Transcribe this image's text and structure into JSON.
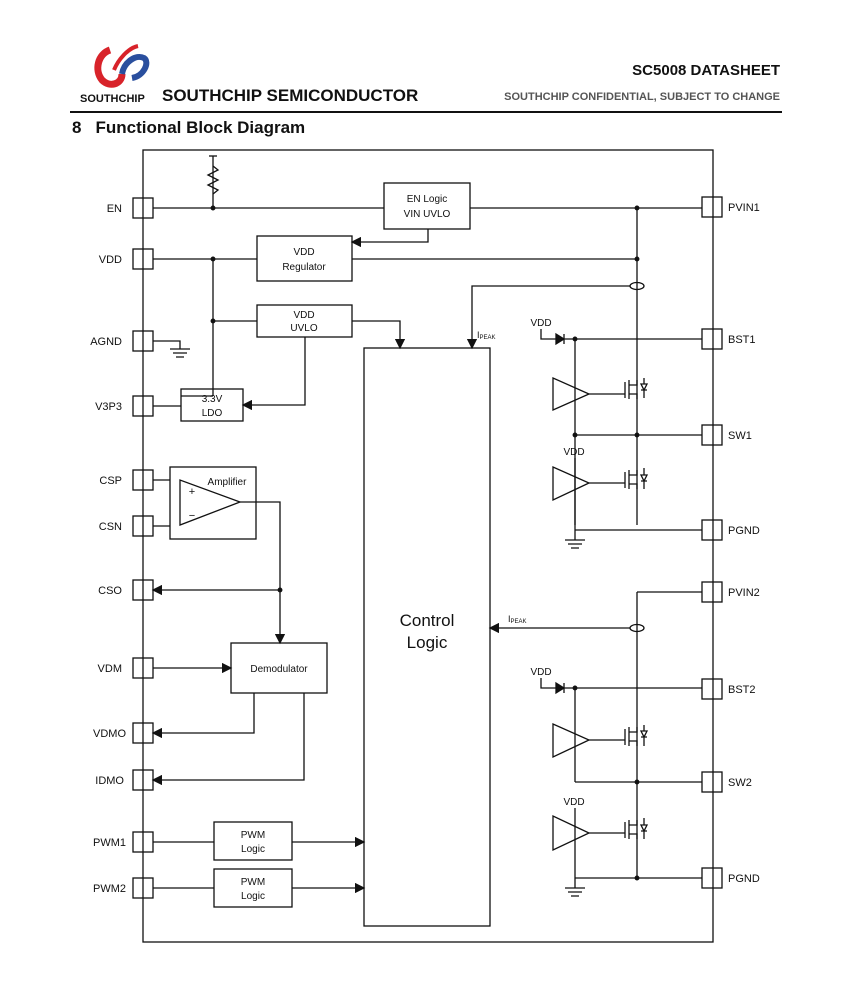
{
  "header": {
    "logo_word": "SOUTHCHIP",
    "company": "SOUTHCHIP SEMICONDUCTOR",
    "doc_title": "SC5008 DATASHEET",
    "confidential": "SOUTHCHIP CONFIDENTIAL, SUBJECT TO CHANGE"
  },
  "section": {
    "number": "8",
    "title": "Functional Block Diagram"
  },
  "colors": {
    "logo_red": "#d8232a",
    "logo_blue": "#2a4f9e",
    "ink": "#111111"
  },
  "pins_left": [
    "EN",
    "VDD",
    "AGND",
    "V3P3",
    "CSP",
    "CSN",
    "CSO",
    "VDM",
    "VDMO",
    "IDMO",
    "PWM1",
    "PWM2"
  ],
  "pins_right": [
    "PVIN1",
    "BST1",
    "SW1",
    "PGND",
    "PVIN2",
    "BST2",
    "SW2",
    "PGND"
  ],
  "blocks": {
    "en_logic": [
      "EN Logic",
      "VIN UVLO"
    ],
    "vdd_regulator": [
      "VDD",
      "Regulator"
    ],
    "vdd_uvlo": [
      "VDD",
      "UVLO"
    ],
    "ldo": [
      "3.3V",
      "LDO"
    ],
    "amplifier": "Amplifier",
    "demodulator": "Demodulator",
    "pwm_logic": [
      "PWM",
      "Logic"
    ],
    "control_logic": [
      "Control",
      "Logic"
    ]
  },
  "labels": {
    "vdd": "VDD",
    "ipeak_i": "I",
    "ipeak_sub": "PEAK",
    "plus": "+",
    "minus": "−"
  }
}
